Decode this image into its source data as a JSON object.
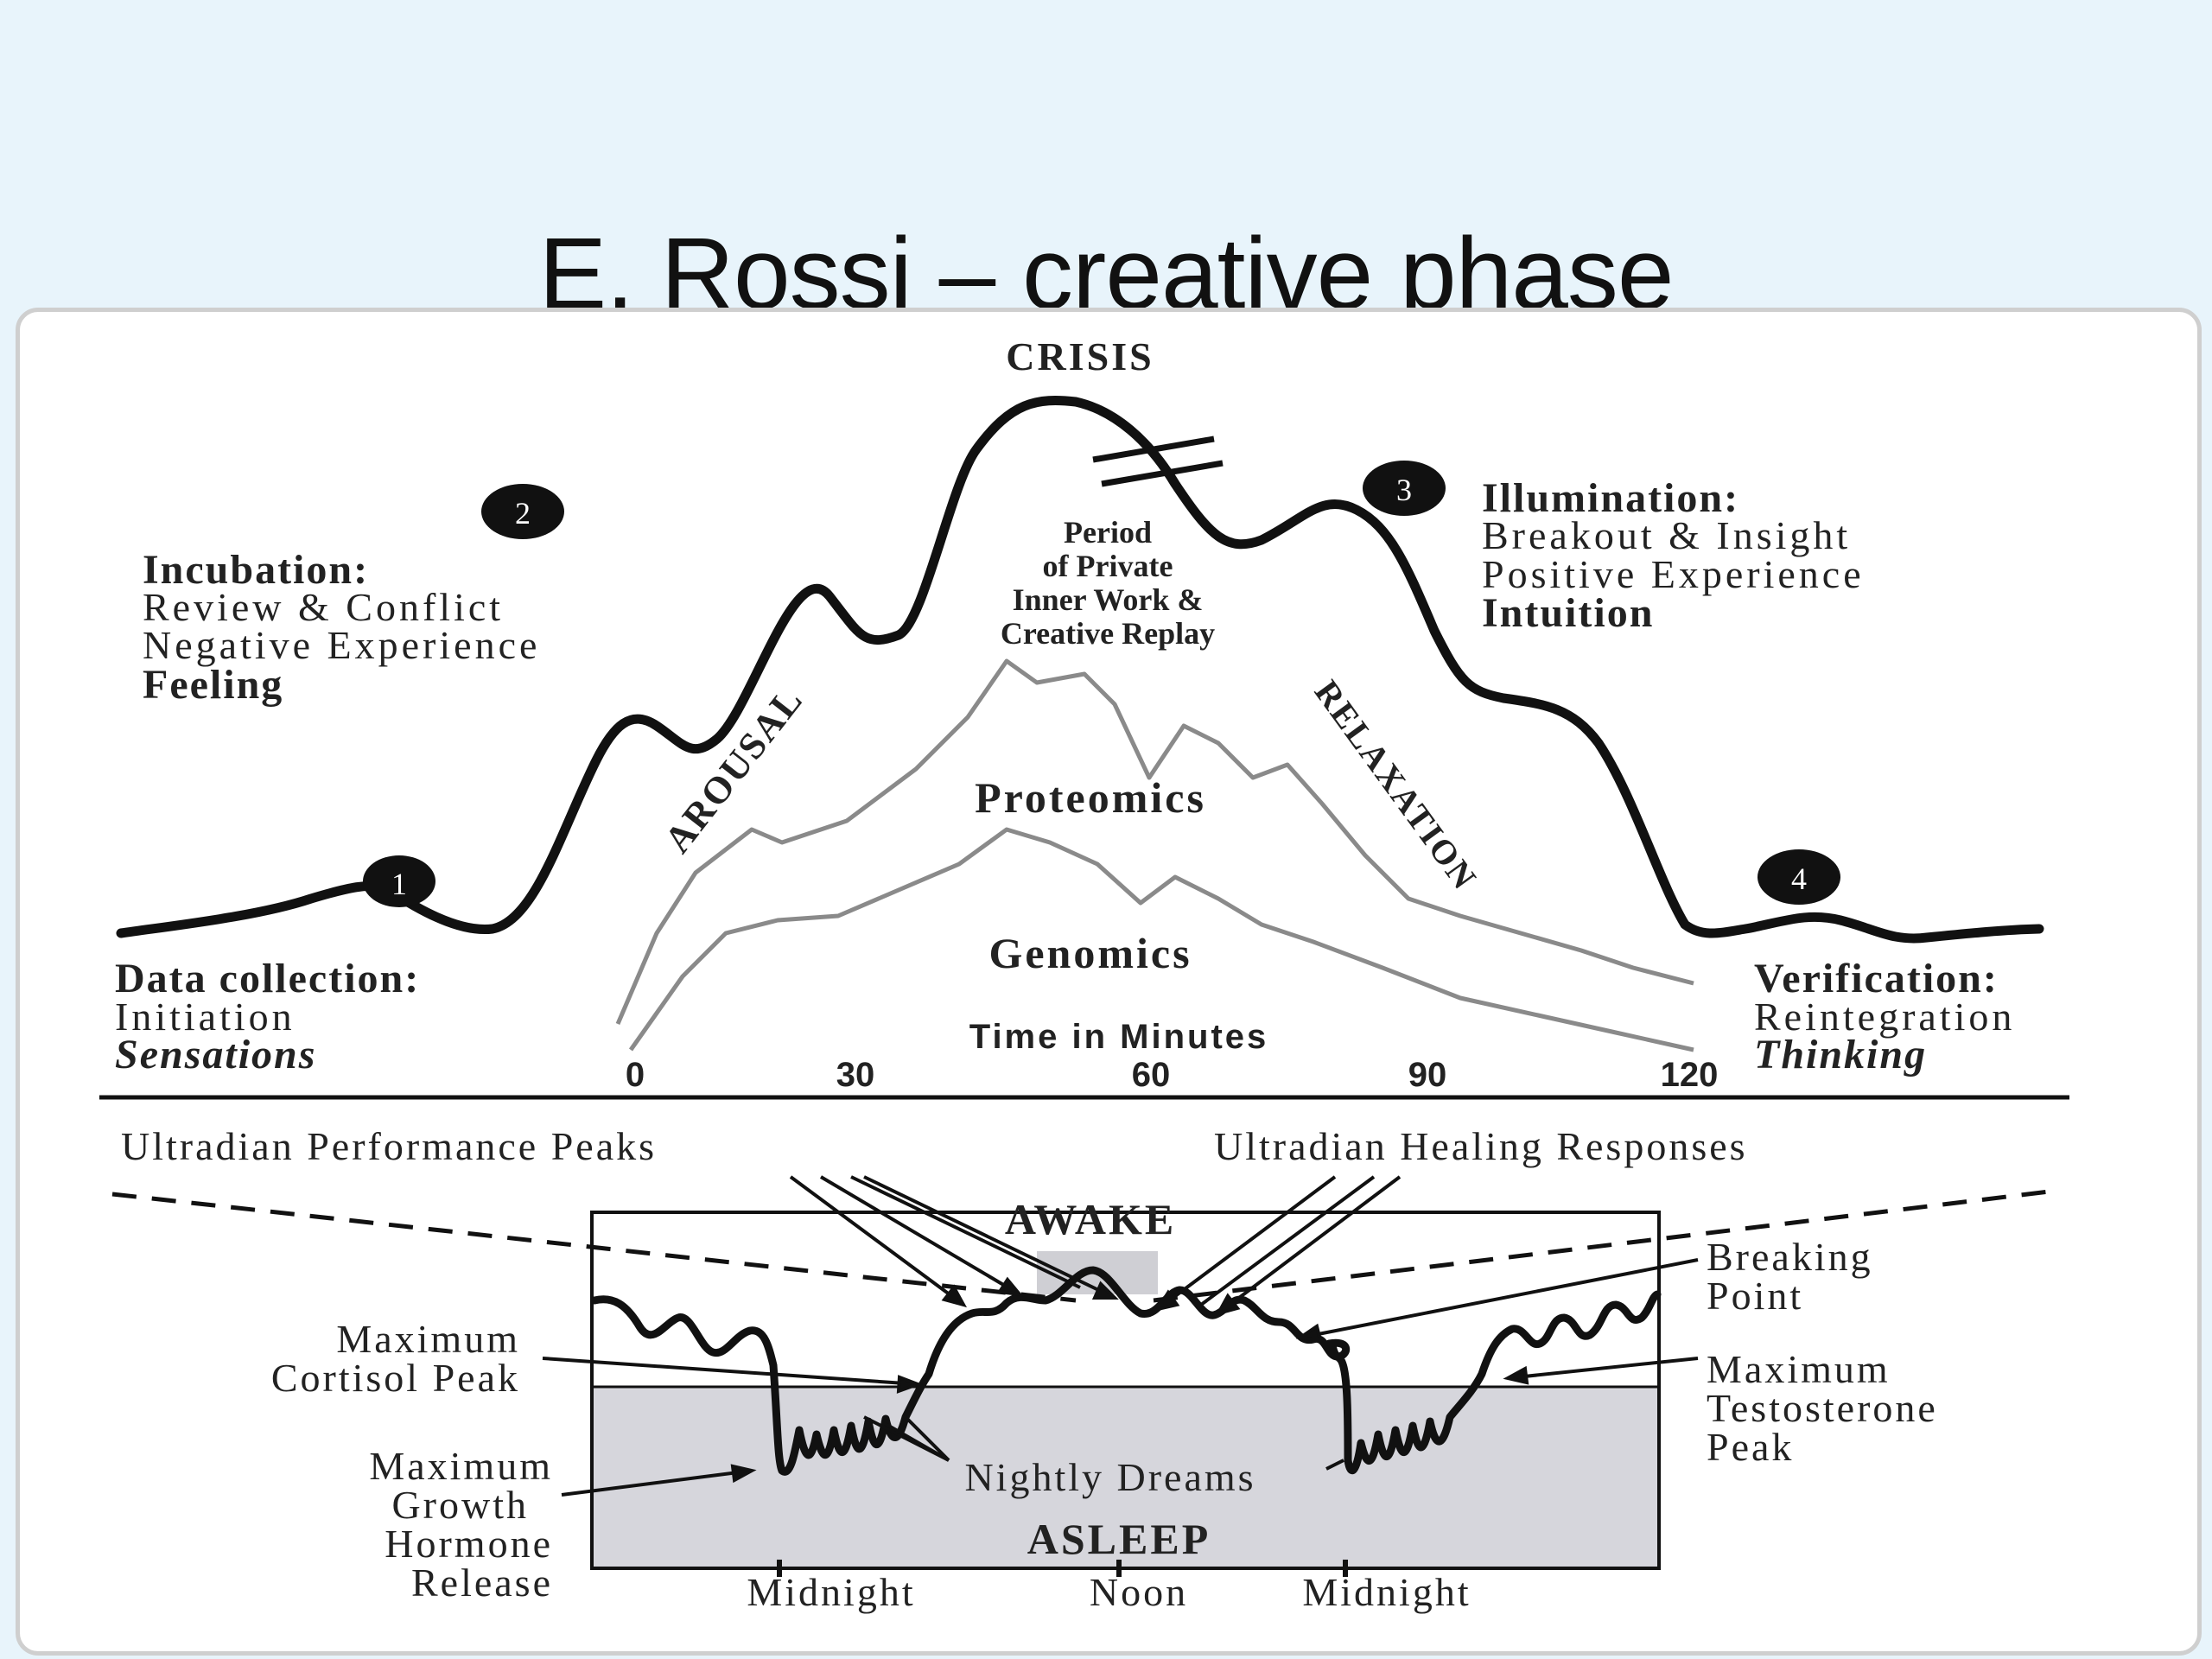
{
  "slide": {
    "title": "E. Rossi – creative phase"
  },
  "colors": {
    "background": "#e8f4fb",
    "panel": "#ffffff",
    "ink": "#111111",
    "grey_curve": "#8a8a8a",
    "asleep_band": "#d6d6dc"
  },
  "top_diagram": {
    "crisis_label": "CRISIS",
    "phases": [
      {
        "number": "1",
        "title": "Data collection:",
        "line1": "Initiation",
        "line2": "Sensations"
      },
      {
        "number": "2",
        "title": "Incubation:",
        "line1": "Review & Conflict",
        "line2": "Negative Experience",
        "line3": "Feeling"
      },
      {
        "number": "3",
        "title": "Illumination:",
        "line1": "Breakout & Insight",
        "line2": "Positive Experience",
        "line3": "Intuition"
      },
      {
        "number": "4",
        "title": "Verification:",
        "line1": "Reintegration",
        "line2": "Thinking"
      }
    ],
    "private_work": [
      "Period",
      "of Private",
      "Inner Work &",
      "Creative Replay"
    ],
    "arousal_label": "AROUSAL",
    "relaxation_label": "RELAXATION",
    "proteomics_label": "Proteomics",
    "genomics_label": "Genomics",
    "x_axis_title": "Time in Minutes",
    "x_ticks": [
      "0",
      "30",
      "60",
      "90",
      "120"
    ]
  },
  "bottom_diagram": {
    "performance_peaks": "Ultradian Performance Peaks",
    "healing_responses": "Ultradian Healing Responses",
    "awake_label": "AWAKE",
    "asleep_label": "ASLEEP",
    "nightly_dreams": "Nightly Dreams",
    "cortisol": [
      "Maximum",
      "Cortisol Peak"
    ],
    "growth_hormone": [
      "Maximum",
      "Growth",
      "Hormone",
      "Release"
    ],
    "breaking_point": [
      "Breaking",
      "Point"
    ],
    "testosterone": [
      "Maximum",
      "Testosterone",
      "Peak"
    ],
    "time_labels": [
      "Midnight",
      "Noon",
      "Midnight"
    ]
  }
}
